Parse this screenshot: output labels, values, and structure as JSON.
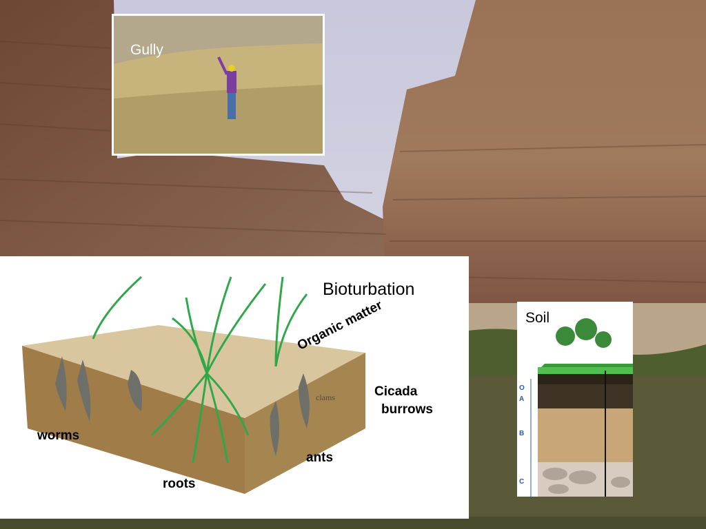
{
  "gully": {
    "title": "Gully"
  },
  "bioturbation": {
    "title": "Bioturbation",
    "labels": {
      "organic_matter": "Organic matter",
      "cicada": "Cicada",
      "burrows": "burrows",
      "clams": "clams",
      "worms": "worms",
      "ants": "ants",
      "roots": "roots"
    }
  },
  "soil": {
    "title": "Soil",
    "horizons": [
      "O",
      "A",
      "B",
      "C"
    ]
  },
  "colors": {
    "sky": "#cfd0e0",
    "rock": "#8a5a40",
    "river": "#5a5a38",
    "soil_brown": "#a07c48",
    "plant_green": "#2fa84a"
  }
}
